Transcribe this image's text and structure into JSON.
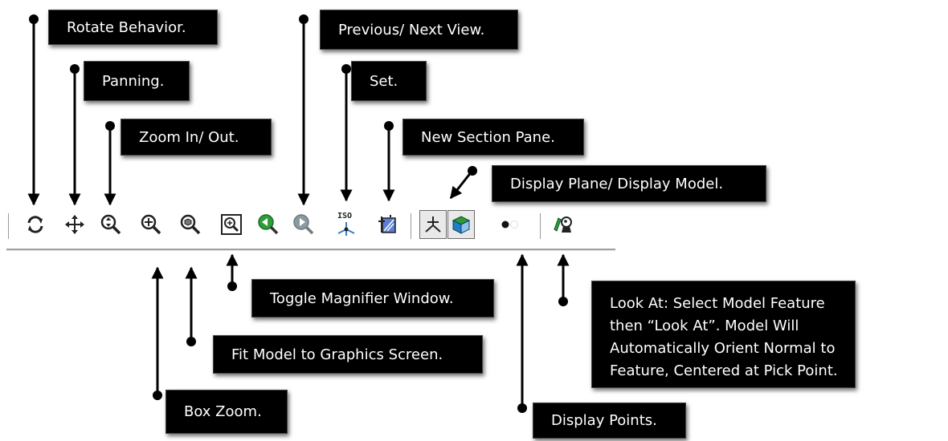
{
  "callouts": {
    "rotate": "Rotate Behavior.",
    "panning": "Panning.",
    "zoom_in_out": "Zoom In/ Out.",
    "prev_next": "Previous/ Next View.",
    "set": "Set.",
    "new_section": "New Section Pane.",
    "display_plane": "Display Plane/ Display Model.",
    "magnifier": "Toggle Magnifier Window.",
    "fit_model": "Fit Model to Graphics Screen.",
    "box_zoom": "Box Zoom.",
    "look_at": "Look At: Select Model Feature then “Look At”. Model Will Automatically Orient Normal to Feature, Centered at Pick Point.",
    "display_points": "Display Points."
  },
  "toolbar": {
    "iso_label": "ISO"
  },
  "icons": [
    "rotate-icon",
    "pan-icon",
    "zoom-in-out-icon",
    "box-zoom-icon",
    "fit-model-icon",
    "magnifier-icon",
    "previous-view-icon",
    "next-view-icon",
    "iso-set-icon",
    "new-section-pane-icon",
    "display-plane-icon",
    "display-model-icon",
    "display-points-icon",
    "look-at-icon"
  ],
  "colors": {
    "callout_bg": "#000000",
    "callout_text": "#ffffff",
    "zoom_green": "#2e9d3a",
    "zoom_grey": "#8a9aa0",
    "cube_blue": "#1f7fc4"
  }
}
